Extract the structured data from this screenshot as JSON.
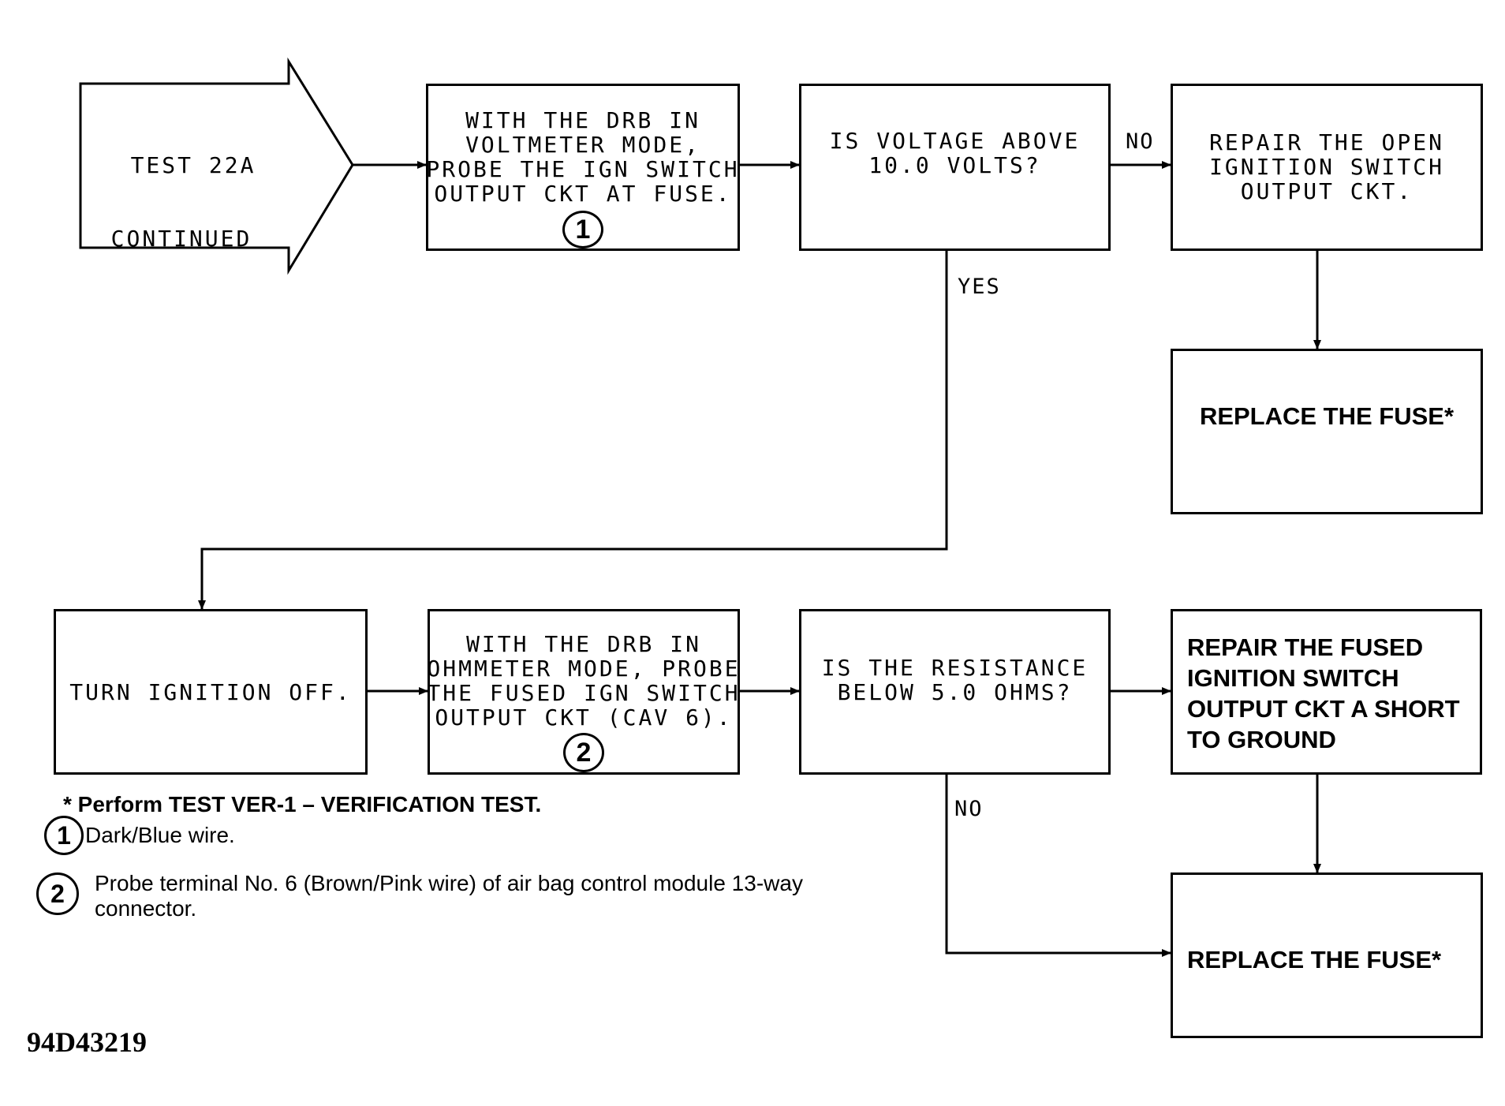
{
  "start": {
    "lines": [
      "TEST 22A",
      "CONTINUED"
    ]
  },
  "step1": {
    "lines": [
      "WITH THE DRB IN",
      "VOLTMETER MODE,",
      "PROBE THE IGN SWITCH",
      "OUTPUT CKT AT FUSE."
    ],
    "marker": "1"
  },
  "decision1": {
    "lines": [
      "IS VOLTAGE ABOVE",
      "10.0 VOLTS?"
    ]
  },
  "label_no_top": "NO",
  "label_yes": "YES",
  "repair_open": {
    "lines": [
      "REPAIR THE OPEN",
      "IGNITION SWITCH",
      "OUTPUT CKT."
    ]
  },
  "replace_fuse_top": "REPLACE THE FUSE*",
  "turn_off": "TURN IGNITION OFF.",
  "step2": {
    "lines": [
      "WITH THE DRB IN",
      "OHMMETER MODE, PROBE",
      "THE FUSED IGN SWITCH",
      "OUTPUT CKT (CAV 6)."
    ],
    "marker": "2"
  },
  "decision2": {
    "lines": [
      "IS THE RESISTANCE",
      "BELOW 5.0 OHMS?"
    ]
  },
  "repair_short": {
    "lines": [
      "REPAIR THE FUSED",
      "IGNITION SWITCH",
      "OUTPUT CKT A SHORT",
      "TO GROUND"
    ]
  },
  "label_no_bottom": "NO",
  "replace_fuse_bottom": "REPLACE THE FUSE*",
  "notes": {
    "star": "* Perform TEST VER-1 – VERIFICATION TEST.",
    "n1_marker": "1",
    "n1": "Dark/Blue wire.",
    "n2_marker": "2",
    "n2_line1": "Probe terminal No. 6 (Brown/Pink wire) of air bag control module 13-way",
    "n2_line2": "connector."
  },
  "figure_id": "94D43219"
}
